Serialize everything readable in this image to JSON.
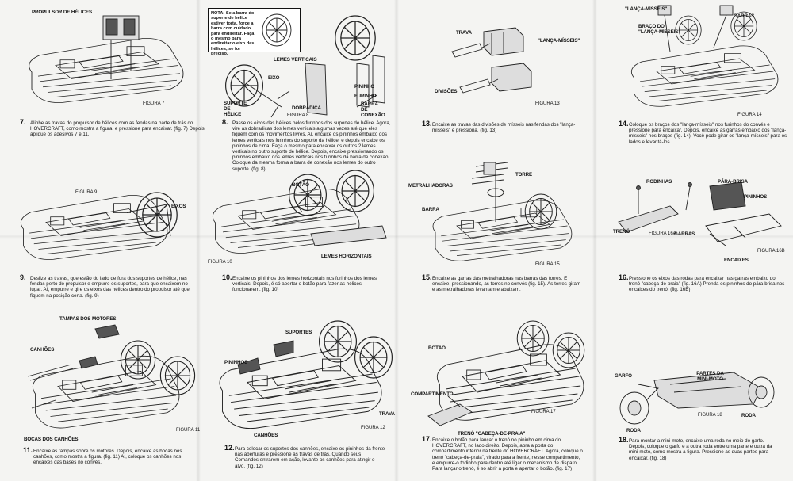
{
  "panels": {
    "p7": {
      "labels": [
        "PROPULSOR DE HÉLICES"
      ],
      "figure": "FIGURA 7",
      "num": "7.",
      "text": "Alinhe as travas do propulsor de hélices com as fendas na parte de trás do HOVERCRAFT, como mostra a figura, e pressione para encaixar. (fig. 7) Depois, aplique os adesivos 7 e 11."
    },
    "p8": {
      "note": "NOTA: Se a barra do suporte de hélice estiver torta, force a barra com cuidado para endireitar. Faça o mesmo para endireitar o eixo das hélices, se for preciso.",
      "labels": [
        "LEMES VERTICAIS",
        "EIXO",
        "PININHO",
        "FURINHO",
        "SUPORTE DE HÉLICE",
        "DOBRADIÇA",
        "BARRA DE CONEXÃO"
      ],
      "figure": "FIGURA 8",
      "num": "8.",
      "text": "Passe os eixos das hélices pelos furinhos dos suportes de hélice. Agora, vire as dobradiças dos lemes verticais algumas vezes até que eles fiquem com os movimentos livres. Aí, encaixe os pininhos embaixo dos lemes verticais nos furinhos do suporte da hélice, e depois encaixe os pininhos de cima. Faça o mesmo para encaixar os outros 2 lemes verticais no outro suporte de hélice. Depois, encaixe pressionando os pininhos embaixo dos lemes verticais nos furinhos da barra de conexão. Coloque da mesma forma a barra de conexão nos lemes do outro suporte. (fig. 8)"
    },
    "p13": {
      "labels": [
        "TRAVA",
        "\"LANÇA-MÍSSEIS\"",
        "DIVISÕES"
      ],
      "figure": "FIGURA 13",
      "num": "13.",
      "text": "Encaixe as travas das divisões de mísseis nas fendas dos \"lança-mísseis\" e pressiona. (fig. 13)"
    },
    "p14": {
      "labels": [
        "\"LANÇA-MÍSSEIS\"",
        "GARRAS",
        "BRAÇO DO \"LANÇA-MÍSSEIS\""
      ],
      "figure": "FIGURA 14",
      "num": "14.",
      "text": "Coloque os braços dos \"lança-mísseis\" nos furinhos do convés e pressione para encaixar. Depois, encaixe as garras embaixo dos \"lança-mísseis\" nos braços (fig. 14). Você pode girar os \"lança-mísseis\" para os lados e levantá-los."
    },
    "p9": {
      "labels": [
        "EIXOS"
      ],
      "figure": "FIGURA 9",
      "num": "9.",
      "text": "Deslize as travas, que estão do lado de fora dos suportes de hélice, nas fendas perto do propulsor e empurre os suportes, para que encaixem no lugar. Aí, empurre e gire os eixos das hélices dentro do propulsor até que fiquem na posição certa. (fig. 9)"
    },
    "p10": {
      "labels": [
        "BOTÃO",
        "LEMES HORIZONTAIS"
      ],
      "figure": "FIGURA 10",
      "num": "10.",
      "text": "Encaixe os pininhos dos lemes horizontais nos furinhos dos lemes verticais. Depois, é só apertar o botão para fazer as hélices funcionarem. (fig. 10)"
    },
    "p15": {
      "labels": [
        "TORRE",
        "METRALHADORAS",
        "BARRA"
      ],
      "figure": "FIGURA 15",
      "num": "15.",
      "text": "Encaixe as garras das metralhadoras nas barras das torres. E encaixe, pressionando, as torres no convés (fig. 15). As torres giram e as metralhadoras levantam e abaixam."
    },
    "p16": {
      "labels": [
        "RODINHAS",
        "PÁRA-BRISA",
        "PININHOS",
        "TRENÓ",
        "GARRAS",
        "ENCAIXES"
      ],
      "figures": [
        "FIGURA 16A",
        "FIGURA 16B"
      ],
      "num": "16.",
      "text": "Pressione os eixos das rodas para encaixar nas garras embaixo do trenó \"cabeça-de-praia\" (fig. 16A) Prenda os pininhos do pára-brisa nos encaixes do trenó. (fig. 16B)"
    },
    "p11": {
      "labels": [
        "TAMPAS DOS MOTORES",
        "CANHÕES",
        "BOCAS DOS CANHÕES"
      ],
      "figure": "FIGURA 11",
      "num": "11.",
      "text": "Encaixe as tampas sobre os motores. Depois, encaixe as bocas nos canhões, como mostra a figura. (fig. 11) Aí, coloque os canhões nos encaixes das bases no convés."
    },
    "p12": {
      "labels": [
        "SUPORTES",
        "PININHOS",
        "CANHÕES",
        "TRAVA"
      ],
      "figure": "FIGURA 12",
      "num": "12.",
      "text": "Para colocar os suportes dos canhões, encaixe os pininhos da frente nas aberturas e pressione as travas de trás. Quando seus Comandos entrarem em ação, levante os canhões para atingir o alvo. (fig. 12)"
    },
    "p17": {
      "labels": [
        "BOTÃO",
        "COMPARTIMENTO",
        "TRENÓ \"CABEÇA-DE-PRAIA\""
      ],
      "figure": "FIGURA 17",
      "num": "17.",
      "text": "Encaixe o botão para lançar o trenó no pininho em cima do HOVERCRAFT, no lado direito. Depois, abra a porta do compartimento inferior na frente do HOVERCRAFT. Agora, coloque o trenó \"cabeça-de-praia\", virado para a frente, nesse compartimento, e empurre-o todinho para dentro até ligar o mecanismo de disparo. Para lançar o trenó, é só abrir a porta e apertar o botão. (fig. 17)"
    },
    "p18": {
      "labels": [
        "GARFO",
        "PARTES DA MINI-MOTO",
        "RODA",
        "RODA"
      ],
      "figure": "FIGURA 18",
      "num": "18.",
      "text": "Para montar a mini-moto, encaixe uma roda no meio do garfo. Depois, coloque o garfo e a outra roda entre uma parte e outra da mini-moto, como mostra a figura. Pressione as duas partes para encaixar. (fig. 18)"
    }
  }
}
